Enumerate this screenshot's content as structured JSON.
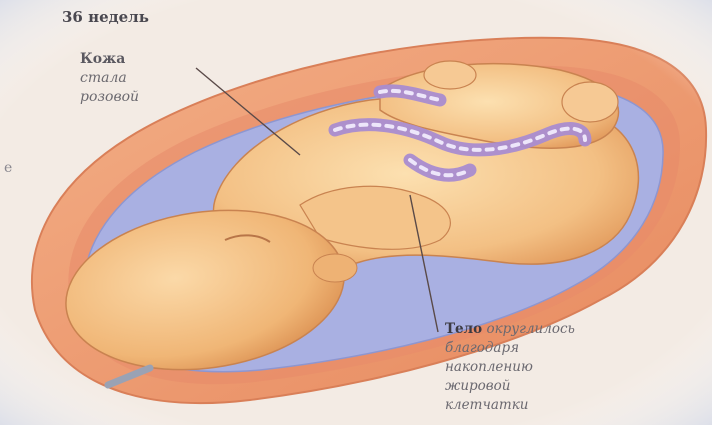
{
  "header": {
    "title": "36 недель"
  },
  "labels": {
    "skin": {
      "term": "Кожа",
      "lines": [
        "стала",
        "розовой"
      ]
    },
    "body": {
      "term": "Тело",
      "first_line_rest": " округлилось",
      "lines": [
        "благодаря",
        "накоплению",
        "жировой",
        "клетчатки"
      ]
    },
    "edge_mark": "е"
  },
  "colors": {
    "background": "#f4ece6",
    "uterus_wall": "#eea07a",
    "amniotic_fluid": "#a6aee0",
    "fetus_skin": "#f5c48c",
    "umbilical_cord": "#a98cd0",
    "vignette": "#cfd6e6"
  }
}
